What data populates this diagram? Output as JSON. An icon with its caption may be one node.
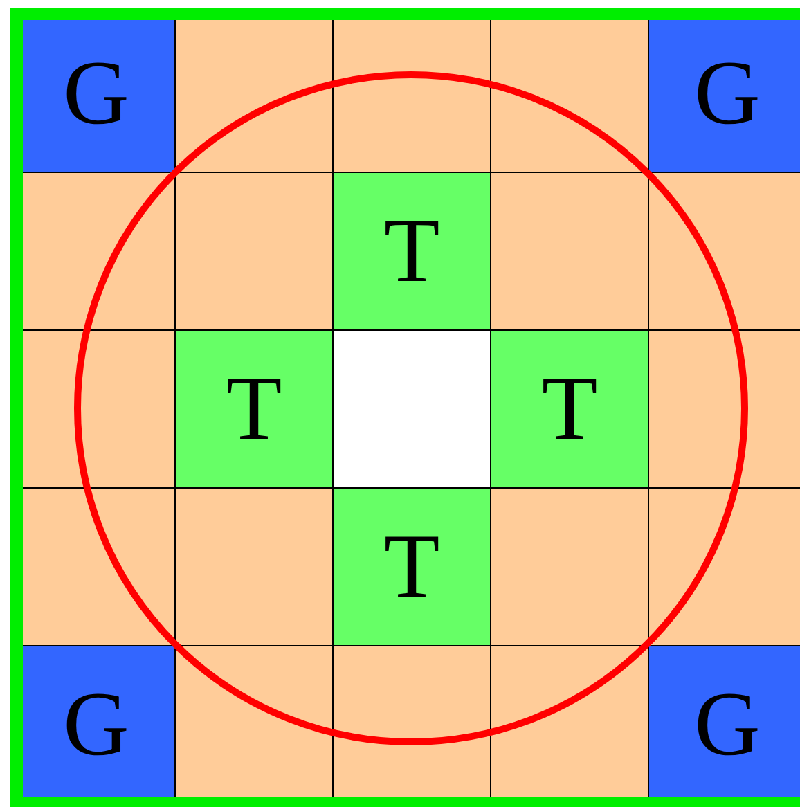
{
  "diagram": {
    "labels": [
      "G",
      "G",
      "T",
      "T",
      "T",
      "T",
      "G",
      "G"
    ]
  }
}
